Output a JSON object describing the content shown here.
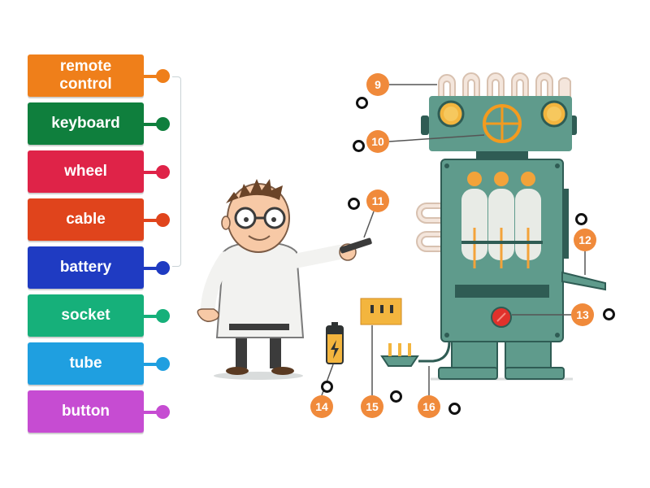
{
  "labels": [
    {
      "text": "remote\ncontrol",
      "color": "#ef7f1a"
    },
    {
      "text": "keyboard",
      "color": "#0f7f3d"
    },
    {
      "text": "wheel",
      "color": "#df2348"
    },
    {
      "text": "cable",
      "color": "#e0441c"
    },
    {
      "text": "battery",
      "color": "#1f3bc2"
    },
    {
      "text": "socket",
      "color": "#16b07a"
    },
    {
      "text": "tube",
      "color": "#1f9fe0"
    },
    {
      "text": "button",
      "color": "#c64cd2"
    }
  ],
  "markers": [
    "9",
    "10",
    "11",
    "12",
    "13",
    "14",
    "15",
    "16"
  ],
  "colors": {
    "badge": "#f08a3b",
    "robot_body": "#5f9b8c",
    "robot_dark": "#2f5c54"
  }
}
